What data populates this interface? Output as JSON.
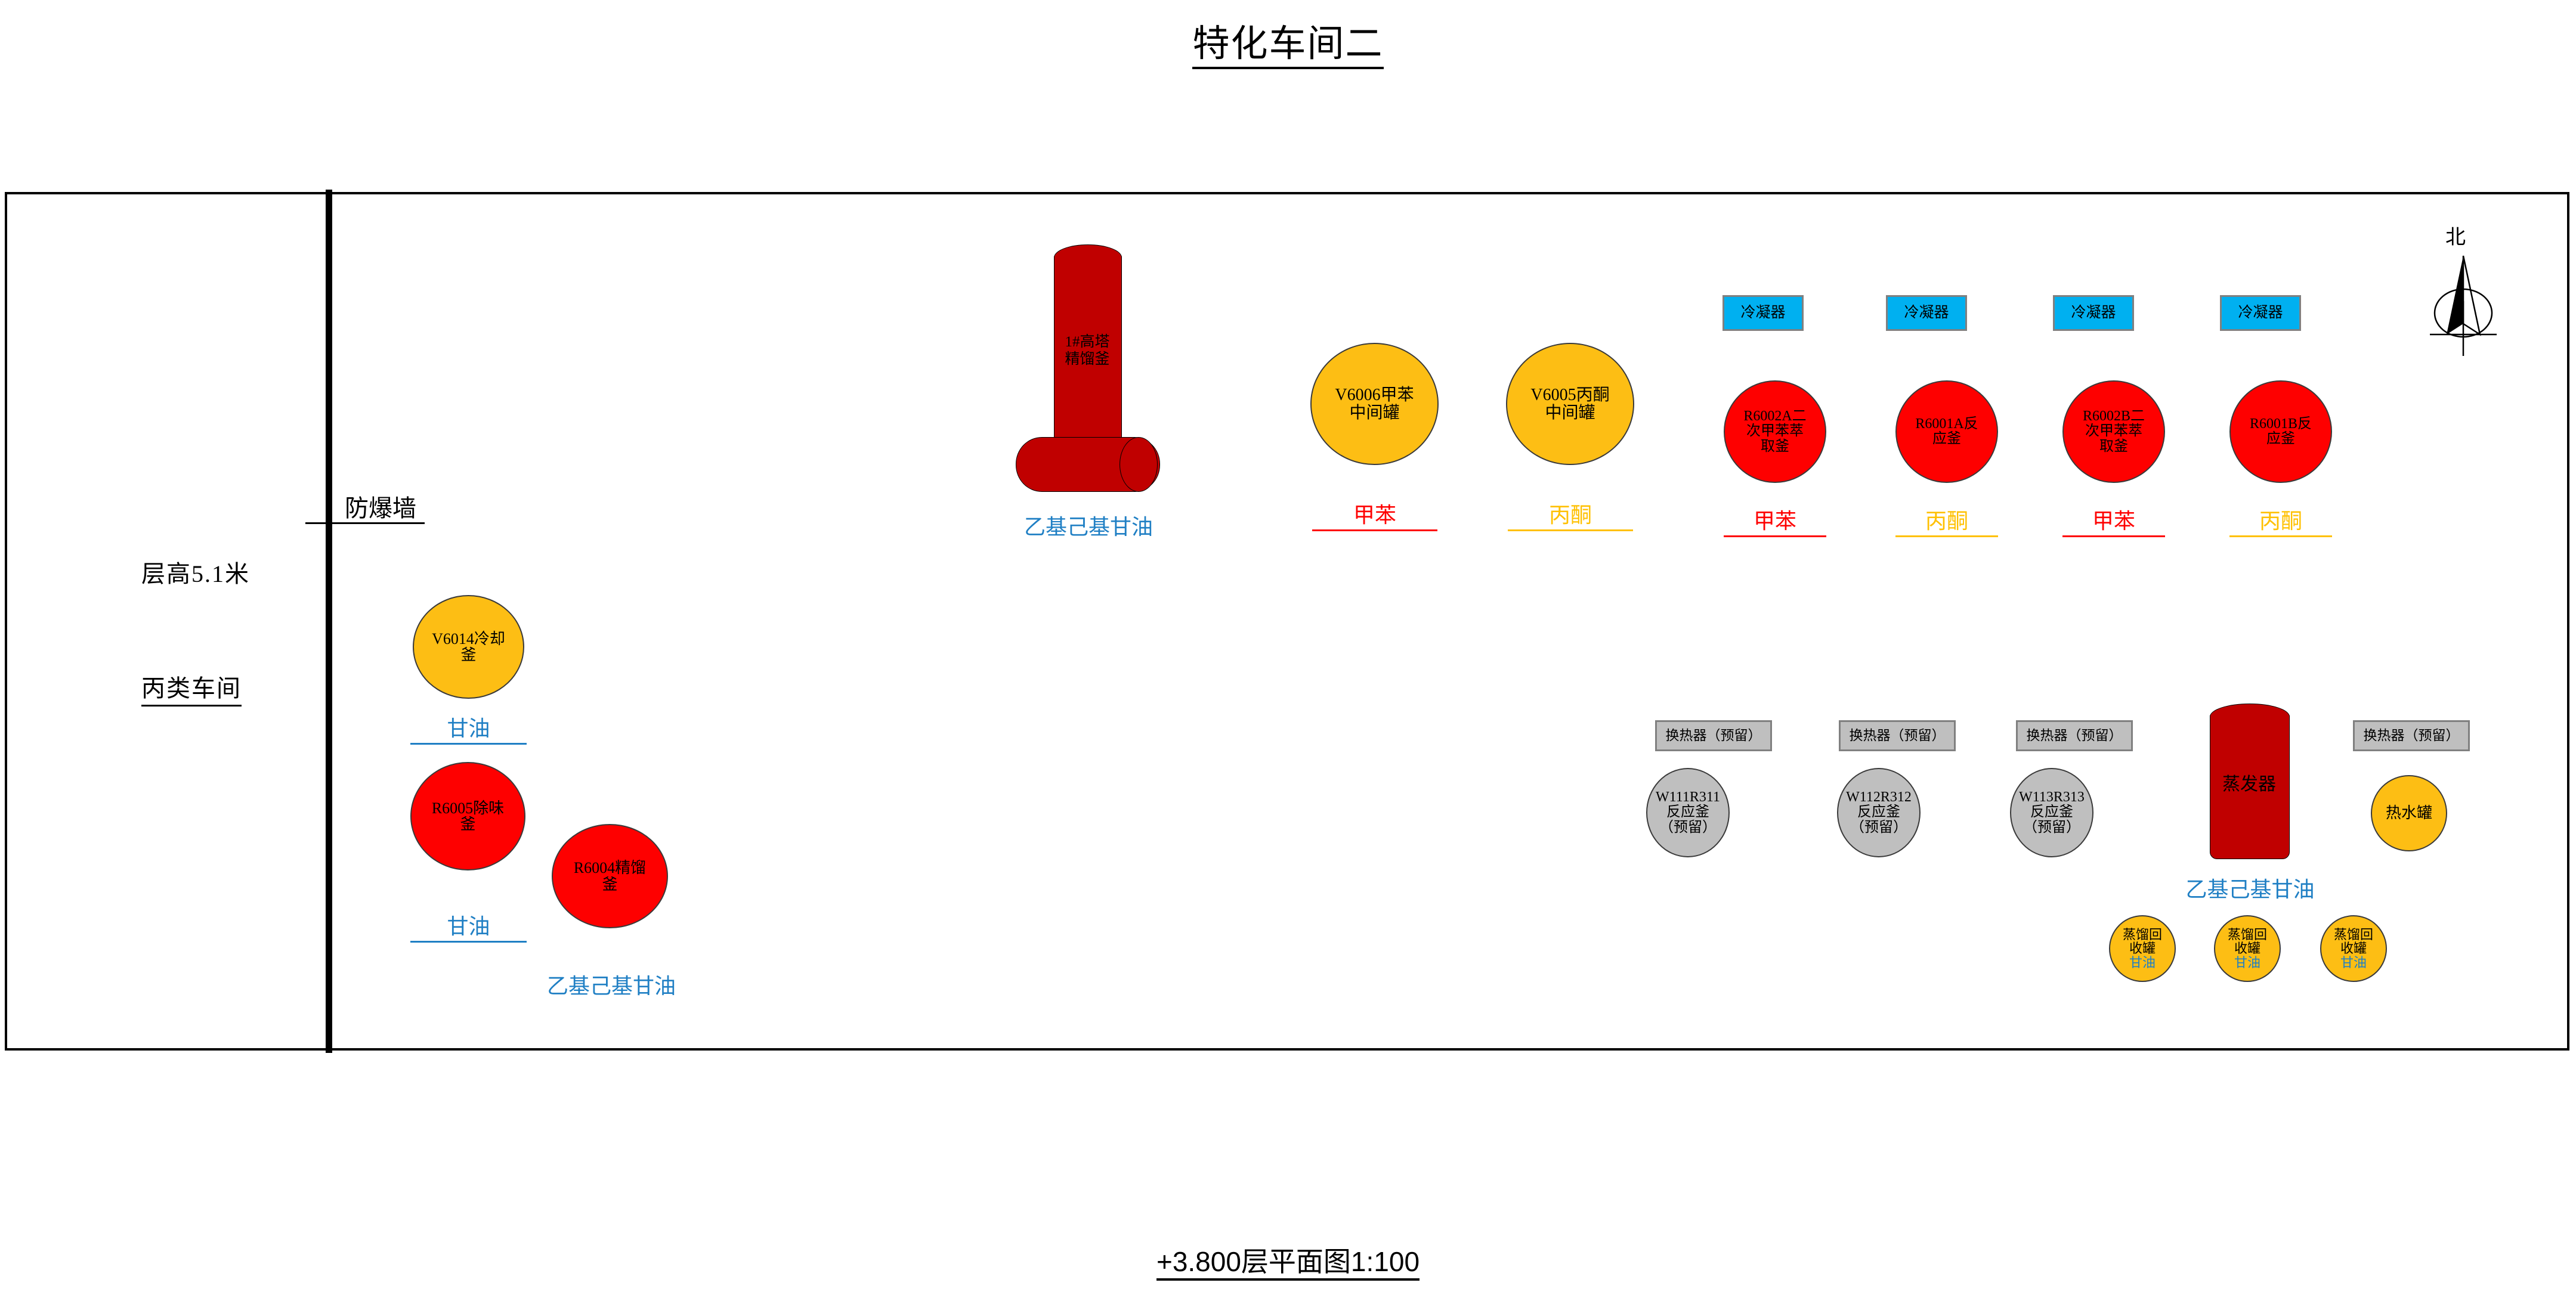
{
  "title": "特化车间二",
  "caption": "+3.800层平面图1:100",
  "compass": {
    "north_label": "北",
    "icon": "north-arrow-icon"
  },
  "annotations": {
    "blast_wall": "防爆墙",
    "floor_height": "层高5.1米",
    "workshop_class": "丙类车间"
  },
  "colors": {
    "yellow": "#FDBE14",
    "red": "#FE0000",
    "dark_red": "#C00000",
    "gray": "#BFBFBF",
    "cyan": "#00B0F0",
    "material_blue": "#1F7FC4",
    "material_red": "#FE0000",
    "material_gold": "#FFC000"
  },
  "equipment": {
    "tower": {
      "name": "1#高塔\n精馏釜",
      "line1": "1#高塔",
      "line2": "精馏釜",
      "material": "乙基己基甘油"
    },
    "left_room": [
      {
        "tag": "V6014冷却釜",
        "line1": "V6014冷却",
        "line2": "釜",
        "material": "甘油",
        "fill": "yellow"
      },
      {
        "tag": "R6005除味釜",
        "line1": "R6005除味",
        "line2": "釜",
        "material": "甘油",
        "fill": "red"
      },
      {
        "tag": "R6004精馏釜",
        "line1": "R6004精馏",
        "line2": "釜",
        "material": "乙基己基甘油",
        "fill": "red"
      }
    ],
    "intermediate_tanks": [
      {
        "tag": "V6006甲苯中间罐",
        "line1": "V6006甲苯",
        "line2": "中间罐",
        "material": "甲苯",
        "material_color": "material_red",
        "fill": "yellow"
      },
      {
        "tag": "V6005丙酮中间罐",
        "line1": "V6005丙酮",
        "line2": "中间罐",
        "material": "丙酮",
        "material_color": "material_gold",
        "fill": "yellow"
      }
    ],
    "reactors": [
      {
        "tag": "R6002A二次甲苯萃取釜",
        "line1": "R6002A二",
        "line2": "次甲苯萃",
        "line3": "取釜",
        "material": "甲苯",
        "material_color": "material_red"
      },
      {
        "tag": "R6001A反应釜",
        "line1": "R6001A反",
        "line2": "应釜",
        "line3": "",
        "material": "丙酮",
        "material_color": "material_gold"
      },
      {
        "tag": "R6002B二次甲苯萃取釜",
        "line1": "R6002B二",
        "line2": "次甲苯萃",
        "line3": "取釜",
        "material": "甲苯",
        "material_color": "material_red"
      },
      {
        "tag": "R6001B反应釜",
        "line1": "R6001B反",
        "line2": "应釜",
        "line3": "",
        "material": "丙酮",
        "material_color": "material_gold"
      }
    ],
    "condensers": [
      {
        "label": "冷凝器"
      },
      {
        "label": "冷凝器"
      },
      {
        "label": "冷凝器"
      },
      {
        "label": "冷凝器"
      }
    ],
    "heat_exchangers": [
      {
        "label": "换热器（预留）"
      },
      {
        "label": "换热器（预留）"
      },
      {
        "label": "换热器（预留）"
      },
      {
        "label": "换热器（预留）"
      }
    ],
    "reserved_reactors": [
      {
        "tag": "W111R311",
        "line1": "W111R311",
        "line2": "反应釜",
        "line3": "（预留）"
      },
      {
        "tag": "W112R312",
        "line1": "W112R312",
        "line2": "反应釜",
        "line3": "（预留）"
      },
      {
        "tag": "W113R313",
        "line1": "W113R313",
        "line2": "反应釜",
        "line3": "（预留）"
      }
    ],
    "evaporator": {
      "label": "蒸发器",
      "material": "乙基己基甘油"
    },
    "hot_water_tank": {
      "label": "热水罐"
    },
    "recovery_tanks": [
      {
        "line1": "蒸馏回",
        "line2": "收罐",
        "line3": "甘油"
      },
      {
        "line1": "蒸馏回",
        "line2": "收罐",
        "line3": "甘油"
      },
      {
        "line1": "蒸馏回",
        "line2": "收罐",
        "line3": "甘油"
      }
    ]
  }
}
